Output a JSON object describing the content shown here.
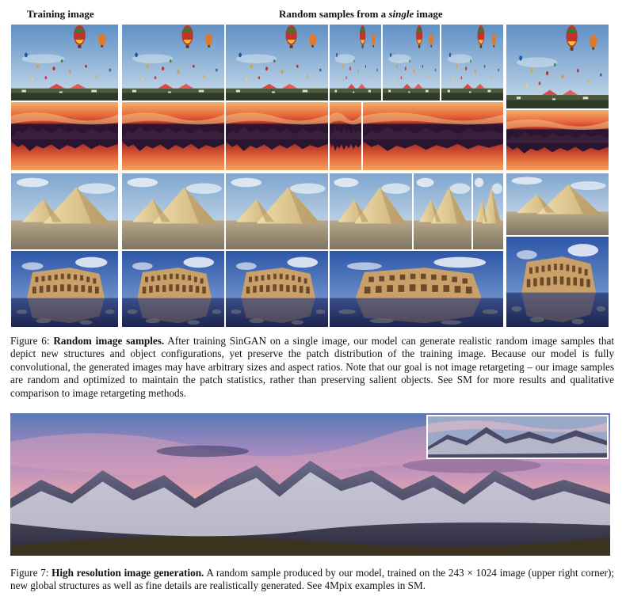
{
  "header": {
    "training_label": "Training image",
    "samples_label_prefix": "Random samples from a ",
    "samples_label_italic": "single",
    "samples_label_suffix": " image"
  },
  "figure6": {
    "label": "Figure 6:",
    "title": "Random image samples.",
    "body": "After training SinGAN on a single image, our model can generate realistic random image samples that depict new structures and object configurations, yet preserve the patch distribution of the training image. Because our model is fully convolutional, the generated images may have arbitrary sizes and aspect ratios. Note that our goal is not image retargeting – our image samples are random and optimized to maintain the patch statistics, rather than preserving salient objects. See SM for more results and qualitative comparison to image retargeting methods."
  },
  "figure7": {
    "label": "Figure 7:",
    "title": "High resolution image generation.",
    "body": "A random sample produced by our model, trained on the 243 × 1024 image (upper right corner); new global structures as well as fine details are realistically generated. See 4Mpix examples in SM."
  },
  "rows": [
    {
      "scene": "balloons",
      "tiles": 7
    },
    {
      "scene": "sunset-lake",
      "tiles": 6
    },
    {
      "scene": "pyramids",
      "tiles": 7
    },
    {
      "scene": "colosseum",
      "tiles": 5
    }
  ]
}
